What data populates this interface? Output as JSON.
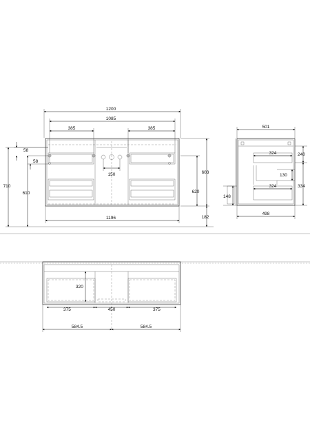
{
  "front_view": {
    "overall_width": "1200",
    "inner_width": "1085",
    "left_offset": "385",
    "right_offset": "385",
    "top_offset_a": "58",
    "top_offset_b": "58",
    "center_spacing": "150",
    "total_height": "710",
    "floor_height": "610",
    "cabinet_height": "603",
    "mount_height": "620",
    "bottom_width": "1196",
    "bottom_gap": "182"
  },
  "side_view": {
    "total_depth": "501",
    "bottom_depth": "498",
    "drawer_depth_top": "324",
    "drawer_depth_bottom": "324",
    "top_height": "240",
    "middle_height": "130",
    "right_height": "334",
    "left_height": "148"
  },
  "plan_view": {
    "drawer_depth": "320",
    "left_width": "375",
    "center_width": "450",
    "right_width": "375",
    "left_half": "584.5",
    "right_half": "584.5"
  }
}
